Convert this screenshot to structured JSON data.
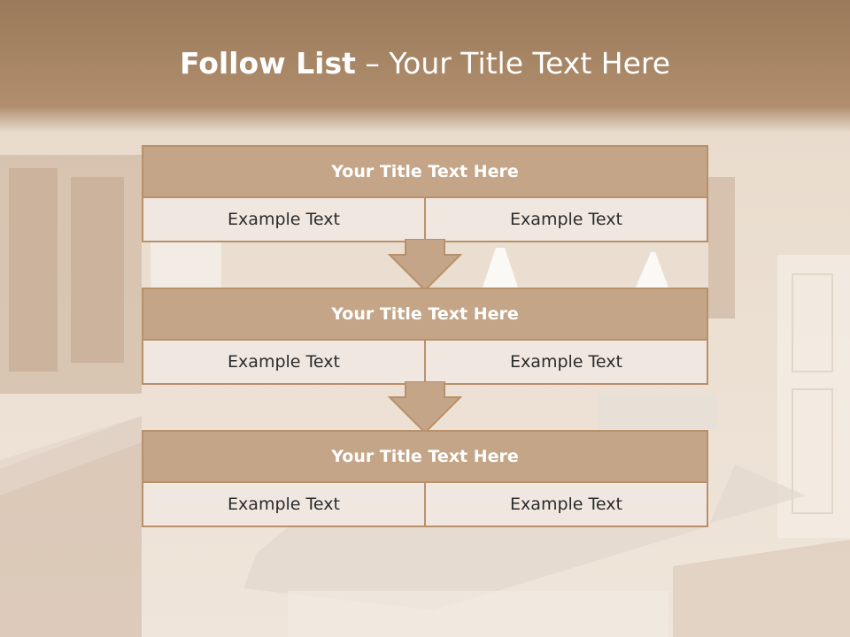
{
  "title": {
    "bold": "Follow List",
    "rest": " – Your Title Text Here"
  },
  "colors": {
    "accent": "#c4a587",
    "border": "#b8906a",
    "title_bar": "#9a7a5a"
  },
  "blocks": [
    {
      "title": "Your Title Text Here",
      "left": "Example Text",
      "right": "Example Text"
    },
    {
      "title": "Your Title Text Here",
      "left": "Example Text",
      "right": "Example Text"
    },
    {
      "title": "Your Title Text Here",
      "left": "Example Text",
      "right": "Example Text"
    }
  ]
}
